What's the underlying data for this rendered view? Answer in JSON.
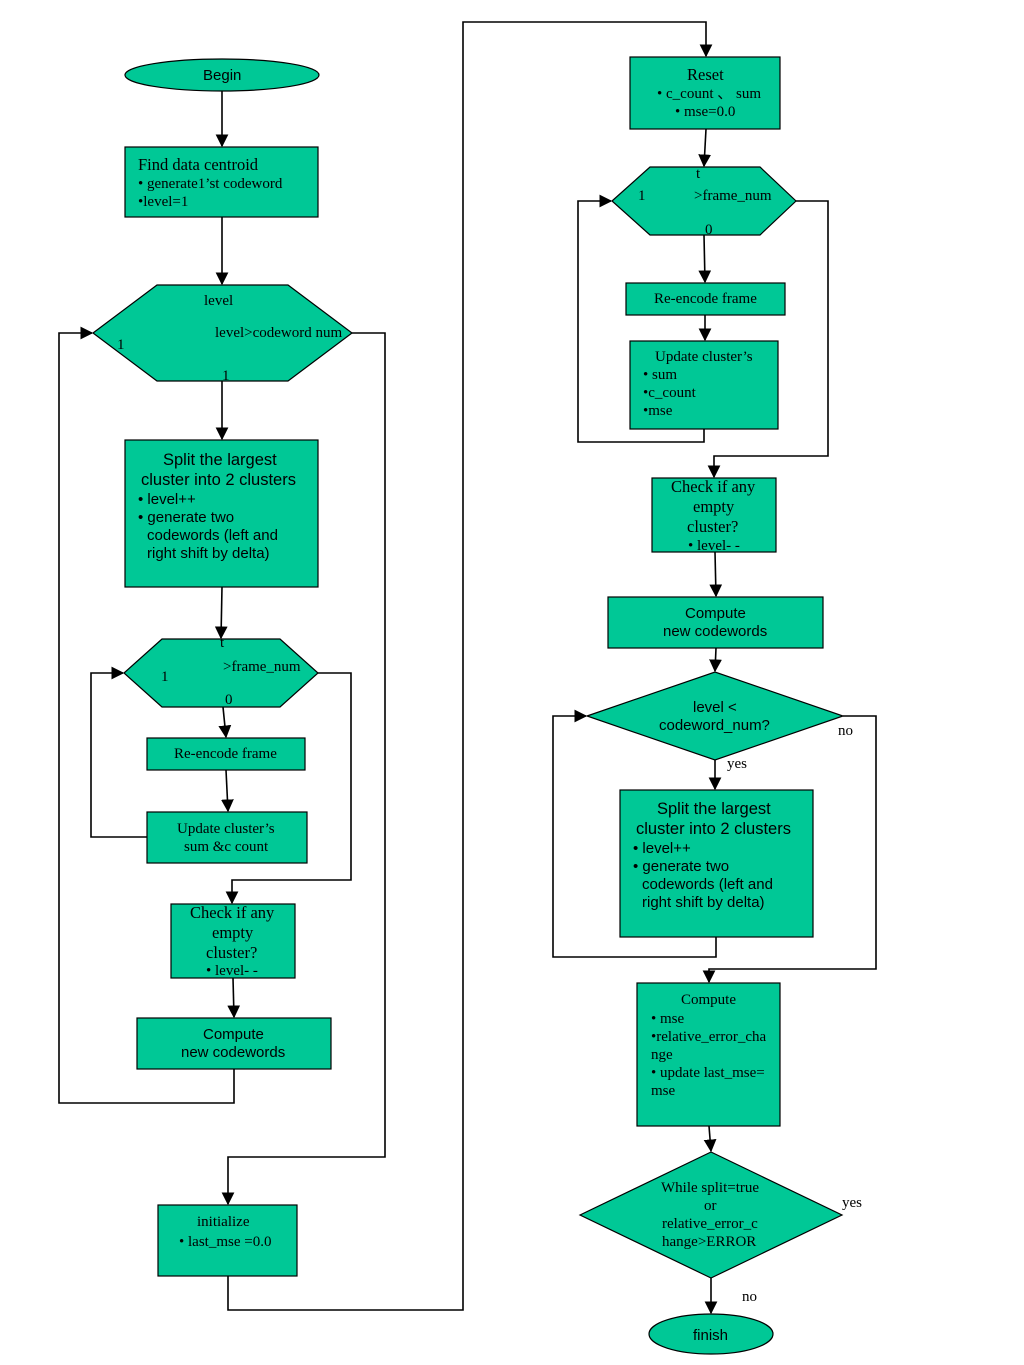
{
  "colors": {
    "node_fill": "#00c896",
    "edge": "#000000"
  },
  "nodes": {
    "begin": {
      "label": "Begin"
    },
    "find_centroid": {
      "title": "Find data centroid",
      "line1": "• generate1’st codeword",
      "line2": "•level=1"
    },
    "level_check": {
      "top": "level",
      "left": "1",
      "right": "level>codeword num",
      "bottom": "1"
    },
    "split1": {
      "line1": "Split the largest",
      "line2": "cluster into 2 clusters",
      "line3": "• level++",
      "line4": "• generate two",
      "line5": "codewords (left and",
      "line6": "right shift by delta)"
    },
    "frame_loop1": {
      "top": "t",
      "left": "1",
      "right": ">frame_num",
      "bottom": "0"
    },
    "reencode1": {
      "label": "Re-encode frame"
    },
    "update1": {
      "line1": "Update cluster’s",
      "line2": "sum  &c count"
    },
    "check_empty1": {
      "line1": "Check if any",
      "line2": "empty",
      "line3": "cluster?",
      "line4": "• level- -"
    },
    "compute1": {
      "line1": "Compute",
      "line2": "new codewords"
    },
    "initialize": {
      "line1": "initialize",
      "line2": "• last_mse =0.0"
    },
    "reset": {
      "line1": "Reset",
      "line2": "• c_count 、 sum",
      "line3": "• mse=0.0"
    },
    "frame_loop2": {
      "top": "t",
      "left": "1",
      "right": ">frame_num",
      "bottom": "0"
    },
    "reencode2": {
      "label": "Re-encode frame"
    },
    "update2": {
      "line1": "Update cluster’s",
      "line2": "• sum",
      "line3": "•c_count",
      "line4": "•mse"
    },
    "check_empty2": {
      "line1": "Check if any",
      "line2": "empty",
      "line3": "cluster?",
      "line4": "• level- -"
    },
    "compute2": {
      "line1": "Compute",
      "line2": "new codewords"
    },
    "level_decision": {
      "line1": "level <",
      "line2": "codeword_num?"
    },
    "split2": {
      "line1": "Split the largest",
      "line2": "cluster into 2 clusters",
      "line3": "• level++",
      "line4": "• generate two",
      "line5": "codewords (left and",
      "line6": "right shift by delta)"
    },
    "compute_mse": {
      "line1": "Compute",
      "line2": "• mse",
      "line3": "•relative_error_cha",
      "line4": "nge",
      "line5": "• update last_mse=",
      "line6": "mse"
    },
    "while_decision": {
      "line1": "While split=true",
      "line2": "or",
      "line3": "relative_error_c",
      "line4": "hange>ERROR"
    },
    "finish": {
      "label": "finish"
    }
  },
  "edge_labels": {
    "no1": "no",
    "yes1": "yes",
    "yes2": "yes",
    "no2": "no"
  }
}
